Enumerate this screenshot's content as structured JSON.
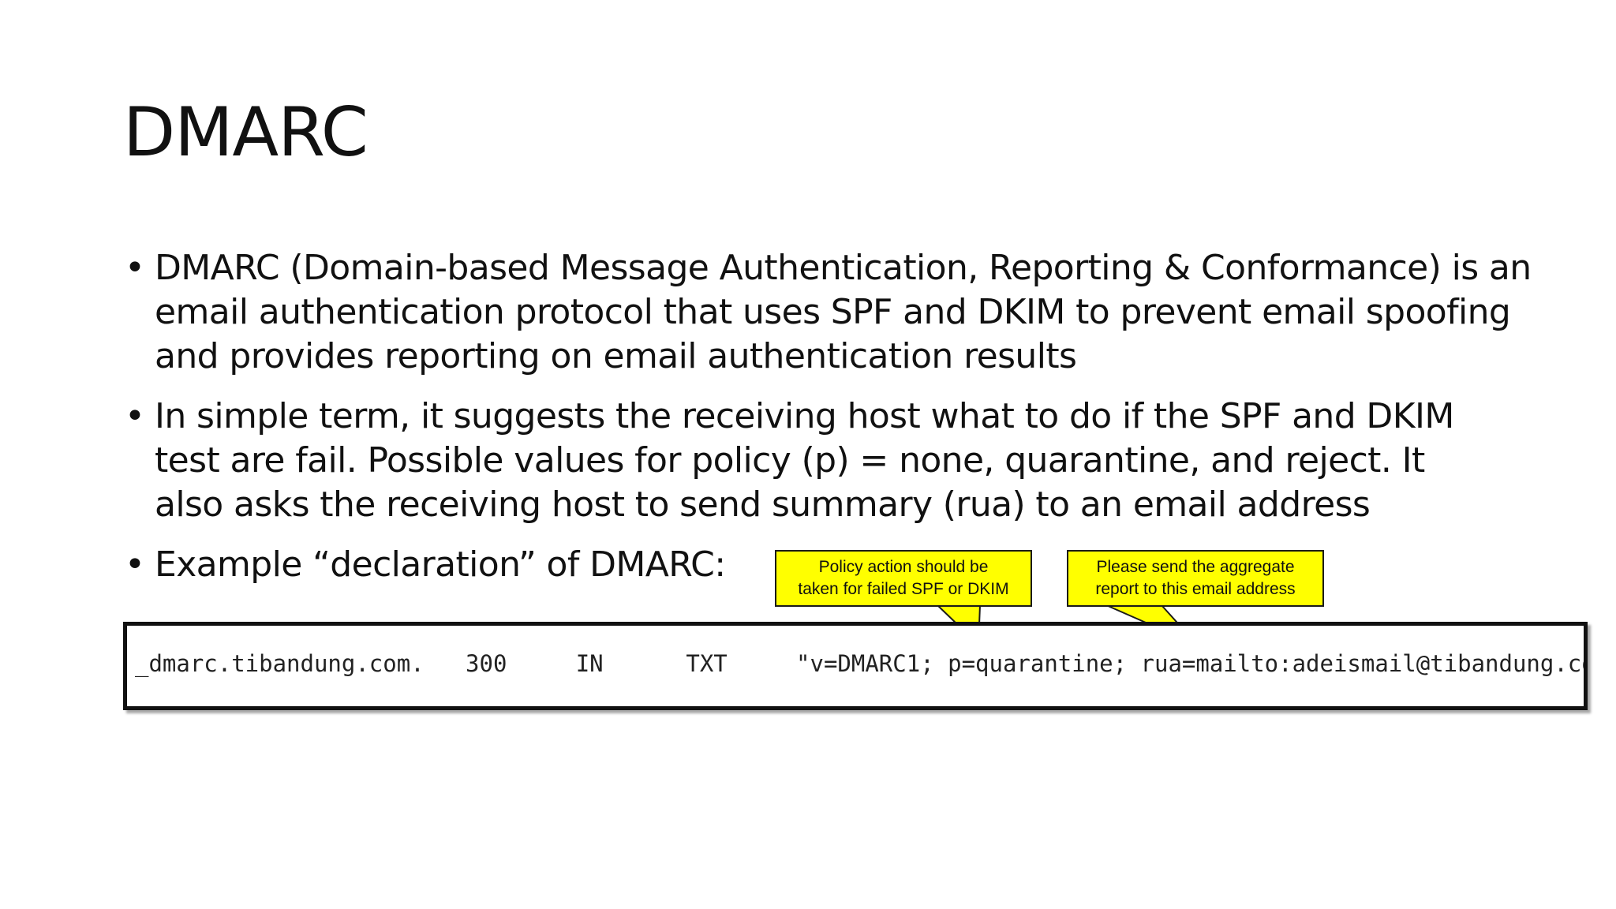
{
  "slide": {
    "title": "DMARC",
    "bullet_char": "•",
    "bullets": [
      "DMARC (Domain-based Message Authentication, Reporting & Conformance) is an email authentication protocol that uses SPF and DKIM to prevent email spoofing and provides reporting on email authentication results",
      "In simple term, it suggests the receiving host what to do if the SPF and DKIM test are fail. Possible values for policy (p) = none, quarantine, and reject. It also asks the receiving host to send summary (rua) to an email address",
      "Example “declaration” of DMARC:"
    ]
  },
  "callouts": [
    {
      "line1": "Policy action should be",
      "line2": "taken for failed SPF or DKIM"
    },
    {
      "line1": "Please send the aggregate",
      "line2": "report to this email address"
    }
  ],
  "dns_record": {
    "text": "_dmarc.tibandung.com.   300     IN      TXT     \"v=DMARC1; p=quarantine; rua=mailto:adeismail@tibandung.com\""
  },
  "colors": {
    "callout_fill": "#ffff00",
    "text": "#111111",
    "background": "#ffffff"
  }
}
